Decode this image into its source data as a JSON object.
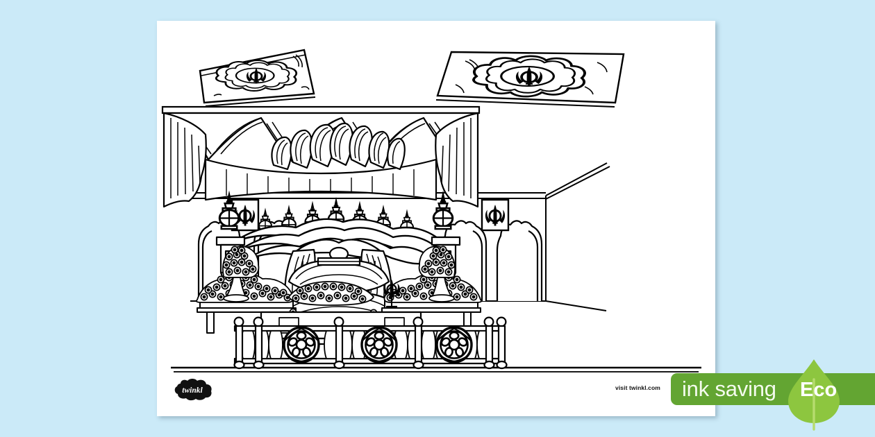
{
  "background": {
    "color": "#cbeaf8"
  },
  "page": {
    "type": "colouring-sheet",
    "paper_color": "#ffffff",
    "line_color": "#000000",
    "title": "Gurdwara Darbar Sahib Colouring Page",
    "scene": "Sikh Gurdwara prayer hall interior with palki canopy, Guru Granth Sahib, flower garlands and railing"
  },
  "artwork": {
    "ceiling_panels": [
      {
        "name": "ceiling-panel-left",
        "motif": "khanda",
        "medallion": "scalloped-cloud"
      },
      {
        "name": "ceiling-panel-right",
        "motif": "khanda",
        "medallion": "scalloped-cloud"
      }
    ],
    "wall_plaques": [
      {
        "name": "wall-plaque-left",
        "motif": "khanda"
      },
      {
        "name": "wall-plaque-right",
        "motif": "khanda"
      }
    ],
    "arches": {
      "left_count": 2,
      "right_count": 2,
      "style": "cusped-multifoil"
    },
    "canopy": {
      "name": "palki-canopy",
      "valance": "swagged-drapery",
      "finials": 9
    },
    "railing": {
      "name": "balustrade",
      "rosettes": 3,
      "posts": 5
    },
    "flowers": {
      "name": "flower-garlands",
      "sides": 2
    },
    "manji_sahib": {
      "name": "guru-granth-sahib-throne"
    }
  },
  "footer": {
    "visit_url": "visit twinkl.com",
    "logo_text": "twinkl"
  },
  "eco_badge": {
    "ink_label": "ink saving",
    "eco_label": "Eco",
    "bar_color": "#63a532",
    "leaf_color": "#8dc63f",
    "text_color": "#ffffff"
  }
}
